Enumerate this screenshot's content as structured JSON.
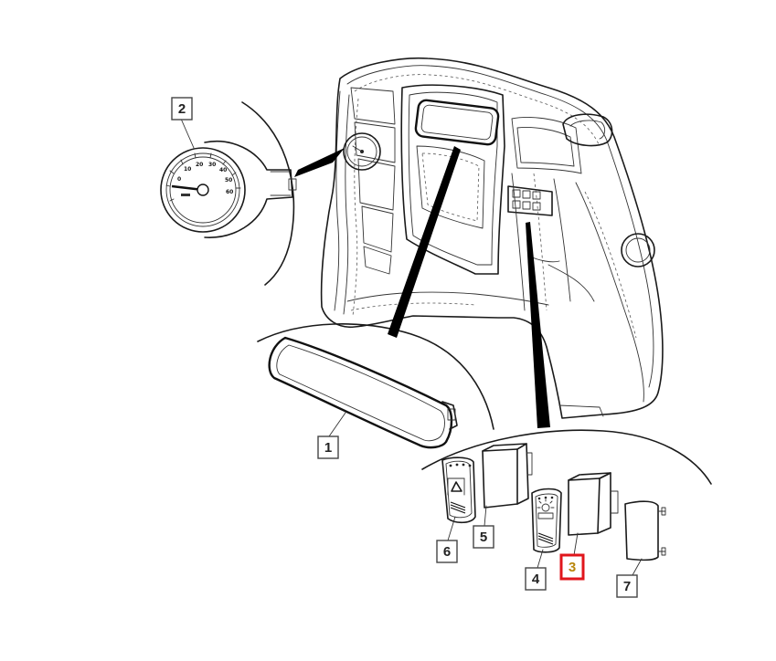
{
  "diagram": {
    "callouts": {
      "c1": "1",
      "c2": "2",
      "c3": "3",
      "c4": "4",
      "c5": "5",
      "c6": "6",
      "c7": "7"
    },
    "highlighted": "3",
    "highlight_color": "#e0161c",
    "gauge_numbers": [
      "0",
      "10",
      "20",
      "30",
      "40",
      "50",
      "60"
    ]
  }
}
